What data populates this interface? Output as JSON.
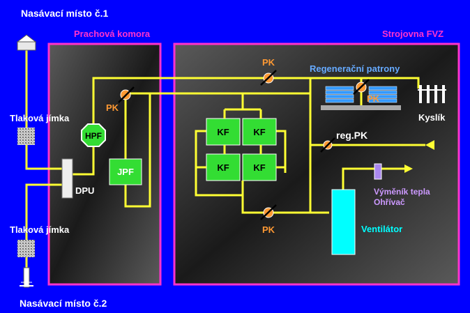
{
  "labels": {
    "intake_1": "Nasávací místo č.1",
    "intake_2": "Nasávací místo č.2",
    "dust_chamber": "Prachová komora",
    "engine_room": "Strojovna FVZ",
    "pressure_pit_1": "Tlaková jímka",
    "pressure_pit_2": "Tlaková jímka",
    "dpu": "DPU",
    "hpf": "HPF",
    "jpf": "JPF",
    "pk_left": "PK",
    "pk_top": "PK",
    "pk_regen": "PK",
    "pk_bottom": "PK",
    "reg_pk": "reg.PK",
    "regen_cartridges": "Regenerační patrony",
    "oxygen": "Kyslík",
    "kf_1": "KF",
    "kf_2": "KF",
    "kf_3": "KF",
    "kf_4": "KF",
    "heat_exchanger": "Výměník tepla",
    "heater": "Ohřívač",
    "fan": "Ventilátor"
  },
  "colors": {
    "background": "#0000ff",
    "room_border": "#ff33cc",
    "pipe": "#ffff33",
    "filter_green": "#33dd33",
    "fan_cyan": "#00ffff",
    "label_pink": "#ff33cc",
    "label_cyan": "#00ffff",
    "label_light_blue": "#66aaff",
    "label_violet": "#cc99ff",
    "label_yellow": "#ffff33",
    "label_white": "#ffffff"
  }
}
